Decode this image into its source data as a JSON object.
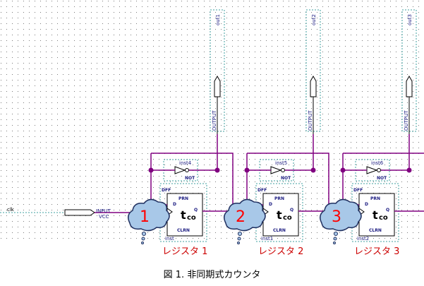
{
  "input": {
    "signal": "clk",
    "type": "INPUT",
    "supply": "VCC"
  },
  "stages": [
    {
      "dff_label": "DFF",
      "inst": "inst",
      "not_inst": "inst4",
      "not_label": "NOT",
      "output_type": "OUTPUT",
      "output_name": "out1",
      "tco": "t",
      "tco_sub": "co",
      "cloud_number": "1",
      "register_label": "レジスタ 1"
    },
    {
      "dff_label": "DFF",
      "inst": "inst1",
      "not_inst": "inst5",
      "not_label": "NOT",
      "output_type": "OUTPUT",
      "output_name": "out2",
      "tco": "t",
      "tco_sub": "co",
      "cloud_number": "2",
      "register_label": "レジスタ 2"
    },
    {
      "dff_label": "DFF",
      "inst": "inst2",
      "not_inst": "inst6",
      "not_label": "NOT",
      "output_type": "OUTPUT",
      "output_name": "out3",
      "tco": "t",
      "tco_sub": "co",
      "cloud_number": "3",
      "register_label": "レジスタ 3"
    }
  ],
  "pins": {
    "prn": "PRN",
    "d": "D",
    "q": "Q",
    "clrn": "CLRN"
  },
  "caption": "図 1. 非同期式カウンタ",
  "colors": {
    "wire": "#800080",
    "box": "#40a0a0",
    "cloud_fill": "#a8c8e8",
    "cloud_stroke": "#203060",
    "text_red": "#ff0000"
  }
}
